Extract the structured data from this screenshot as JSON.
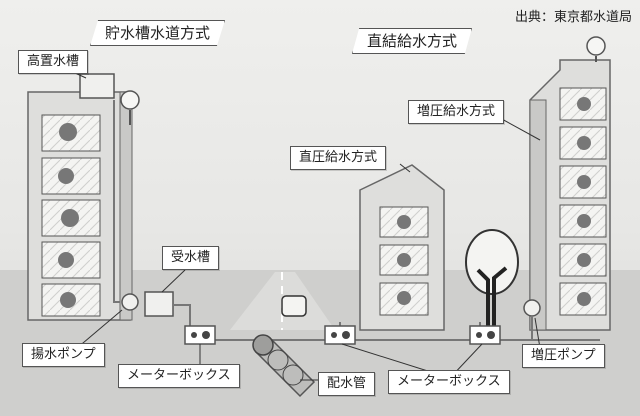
{
  "source": "出典：東京都水道局",
  "system_labels": {
    "tank": "貯水槽水道方式",
    "direct": "直結給水方式",
    "booster": "増圧給水方式",
    "direct_pressure": "直圧給水方式"
  },
  "component_labels": {
    "elevated_tank": "高置水槽",
    "receiving_tank": "受水槽",
    "pump": "揚水ポンプ",
    "meter_box_left": "メーターボックス",
    "meter_box_right": "メーターボックス",
    "main_pipe": "配水管",
    "booster_pump": "増圧ポンプ"
  }
}
